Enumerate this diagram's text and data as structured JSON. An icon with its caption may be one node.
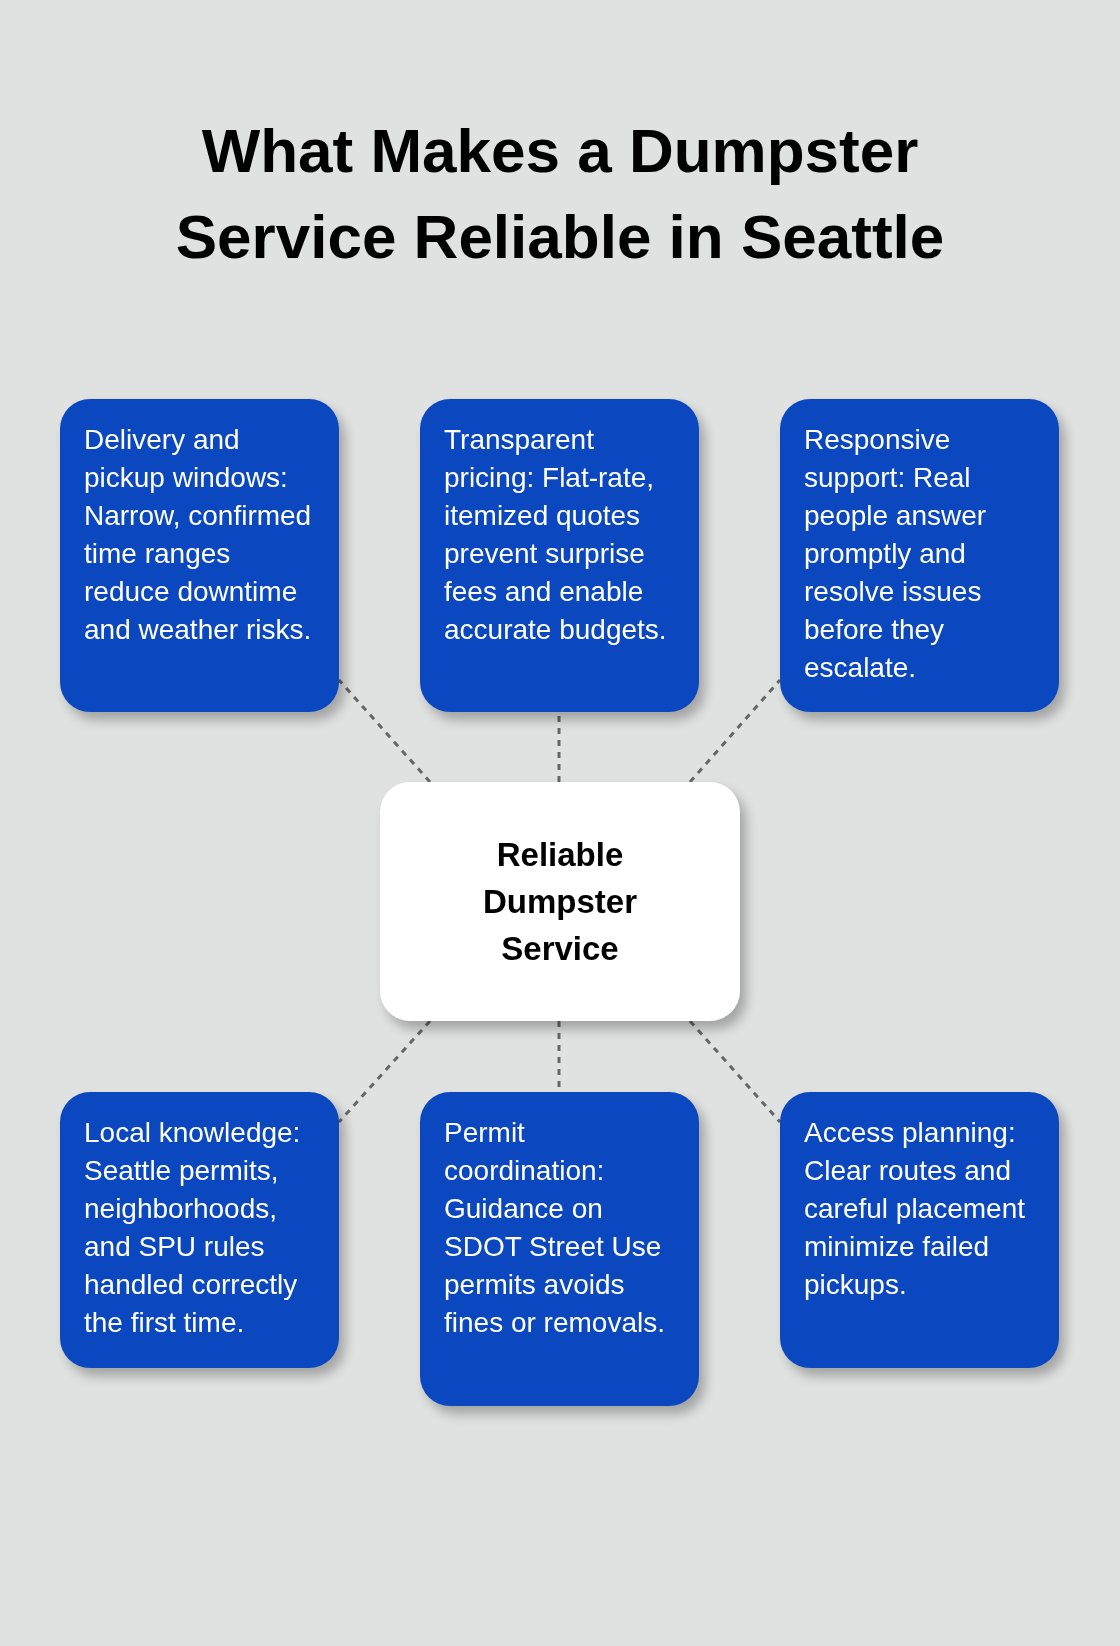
{
  "diagram": {
    "title": "What Makes a Dumpster Service Reliable in Seattle",
    "nodes": [
      {
        "text": [
          "Delivery and pickup windows: Narrow, confirmed time ranges reduce downtime and weather risks."
        ]
      },
      {
        "text": [
          "Transparent pricing: Flat-rate, itemized quotes prevent surprise fees and enable accurate budgets."
        ]
      },
      {
        "text": [
          "Responsive support: Real people answer promptly and resolve issues before they escalate."
        ]
      },
      {
        "text": [
          "Reliable Dumpster Service"
        ]
      },
      {
        "text": [
          "Local knowledge: Seattle permits, neighborhoods, and SPU rules handled correctly the first time."
        ]
      },
      {
        "text": [
          "Permit coordination: Guidance on SDOT Street Use permits avoids fines or removals."
        ]
      },
      {
        "text": [
          "Access planning: Clear routes and careful placement minimize failed pickups."
        ]
      }
    ],
    "edges": [
      {
        "from": 3,
        "to": 0,
        "arrow": "none",
        "style": "dashed"
      },
      {
        "from": 3,
        "to": 1,
        "arrow": "none",
        "style": "dashed"
      },
      {
        "from": 3,
        "to": 2,
        "arrow": "none",
        "style": "dashed"
      },
      {
        "from": 3,
        "to": 4,
        "arrow": "none",
        "style": "dashed"
      },
      {
        "from": 3,
        "to": 5,
        "arrow": "none",
        "style": "dashed"
      },
      {
        "from": 3,
        "to": 6,
        "arrow": "none",
        "style": "dashed"
      }
    ]
  }
}
